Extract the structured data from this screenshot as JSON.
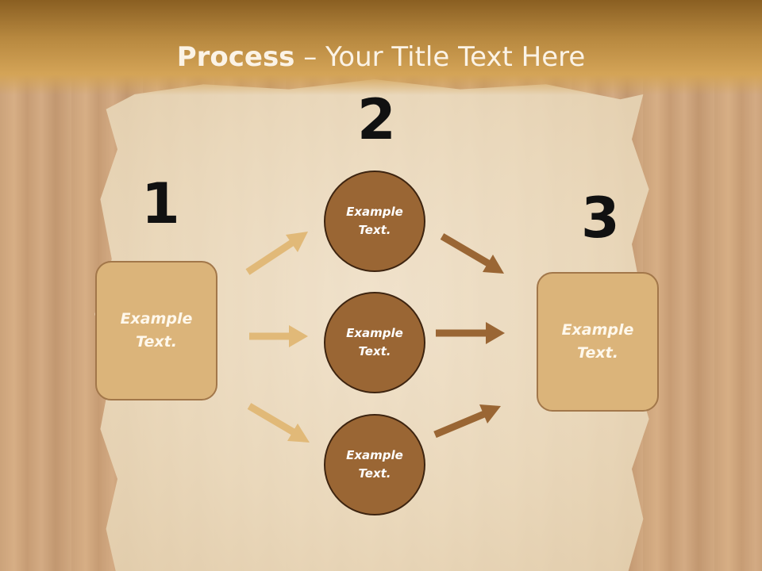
{
  "slide": {
    "title_bold": "Process",
    "title_rest": " – Your Title Text Here"
  },
  "steps": [
    {
      "number": "1",
      "text_line1": "Example",
      "text_line2": "Text."
    },
    {
      "number": "2"
    },
    {
      "number": "3",
      "text_line1": "Example",
      "text_line2": "Text."
    }
  ],
  "circles": [
    {
      "text_line1": "Example",
      "text_line2": "Text."
    },
    {
      "text_line1": "Example",
      "text_line2": "Text."
    },
    {
      "text_line1": "Example",
      "text_line2": "Text."
    }
  ],
  "colors": {
    "header": "#b7883f",
    "box_fill": "#dbb47a",
    "circle_fill": "#9a6634",
    "arrow_light": "#e1b978",
    "arrow_dark": "#9a6634"
  }
}
